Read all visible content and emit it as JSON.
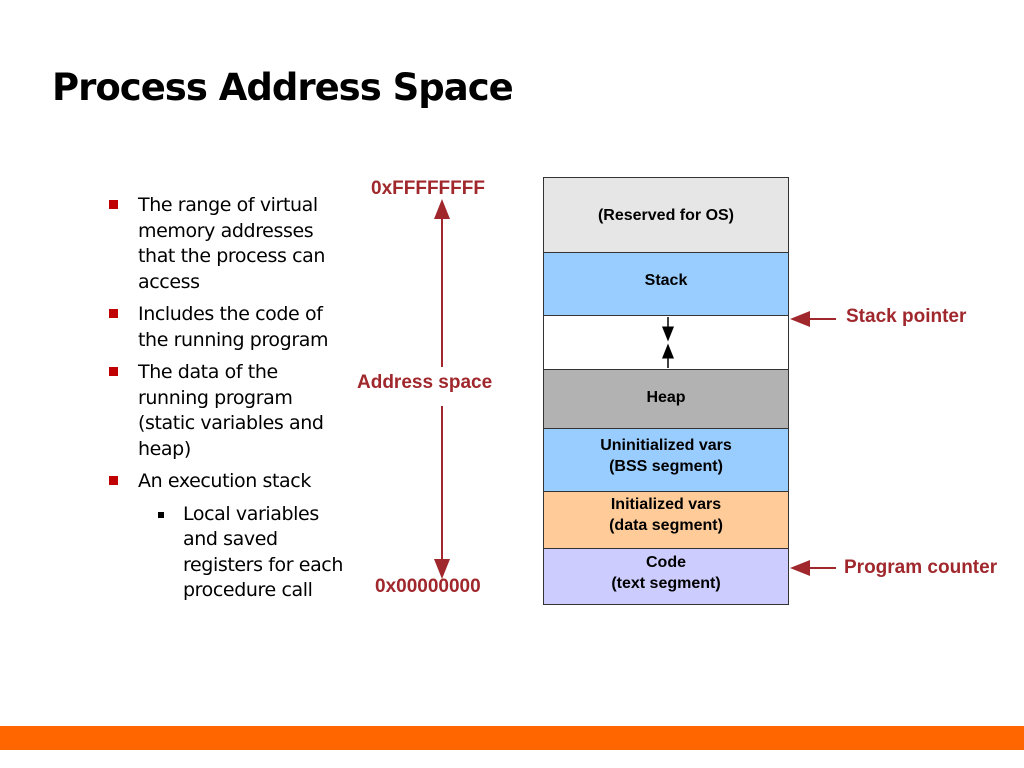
{
  "slide": {
    "title": "Process Address Space",
    "bullets": [
      {
        "text": "The range of virtual memory addresses that the process can access",
        "level": 1
      },
      {
        "text": "Includes the code of the running program",
        "level": 1
      },
      {
        "text": "The data of the running program (static variables and heap)",
        "level": 1
      },
      {
        "text": "An execution stack",
        "level": 1
      },
      {
        "text": "Local variables and saved registers for each procedure call",
        "level": 2
      }
    ]
  },
  "diagram": {
    "top_address": "0xFFFFFFFF",
    "bottom_address": "0x00000000",
    "range_label": "Address space",
    "segments": {
      "reserved": {
        "line1": "(Reserved for OS)",
        "line2": "",
        "color": "#e6e6e6"
      },
      "stack": {
        "line1": "Stack",
        "line2": "",
        "color": "#99ccff"
      },
      "gap": {
        "line1": "",
        "line2": "",
        "color": "#ffffff"
      },
      "heap": {
        "line1": "Heap",
        "line2": "",
        "color": "#b2b2b2"
      },
      "bss": {
        "line1": "Uninitialized vars",
        "line2": "(BSS segment)",
        "color": "#99ccff"
      },
      "data": {
        "line1": "Initialized vars",
        "line2": "(data segment)",
        "color": "#ffcc99"
      },
      "text": {
        "line1": "Code",
        "line2": "(text segment)",
        "color": "#ccccff"
      }
    },
    "pointers": {
      "stack_pointer": "Stack pointer",
      "program_counter": "Program counter"
    },
    "accent_color": "#a0282d"
  },
  "footer": {
    "bar_color": "#ff6600"
  }
}
